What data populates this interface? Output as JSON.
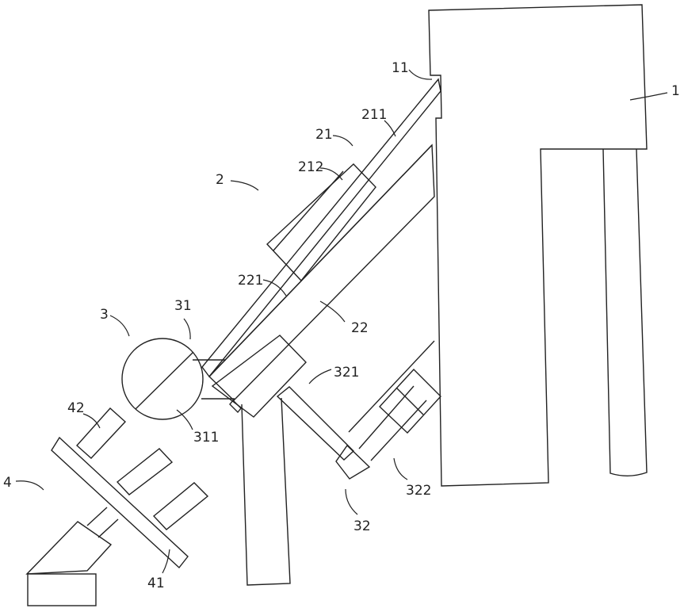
{
  "figure": {
    "callouts": [
      {
        "id": "c-1",
        "label": "1"
      },
      {
        "id": "c-11",
        "label": "11"
      },
      {
        "id": "c-2",
        "label": "2"
      },
      {
        "id": "c-21",
        "label": "21"
      },
      {
        "id": "c-211",
        "label": "211"
      },
      {
        "id": "c-212",
        "label": "212"
      },
      {
        "id": "c-22",
        "label": "22"
      },
      {
        "id": "c-221",
        "label": "221"
      },
      {
        "id": "c-3",
        "label": "3"
      },
      {
        "id": "c-31",
        "label": "31"
      },
      {
        "id": "c-311",
        "label": "311"
      },
      {
        "id": "c-32",
        "label": "32"
      },
      {
        "id": "c-321",
        "label": "321"
      },
      {
        "id": "c-322",
        "label": "322"
      },
      {
        "id": "c-4",
        "label": "4"
      },
      {
        "id": "c-41",
        "label": "41"
      },
      {
        "id": "c-42",
        "label": "42"
      }
    ],
    "line_color": "#222222",
    "background": "#ffffff"
  }
}
